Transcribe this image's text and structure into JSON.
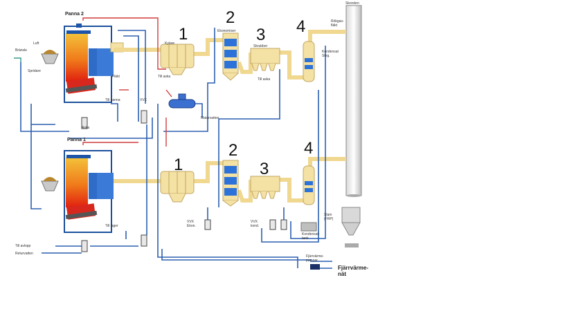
{
  "title_boiler2": "Panna 2",
  "title_boiler1": "Panna 1",
  "stage_numbers": {
    "s1a": "1",
    "s2a": "2",
    "s3a": "3",
    "s4a": "4",
    "s1b": "1",
    "s2b": "2",
    "s3b": "3",
    "s4b": "4"
  },
  "labels": {
    "chimney": "Skorsten",
    "top_right_flue": "Rökgas-fläkt",
    "district_heating": "Fjärrvärme-nät",
    "dh_pumps": "Fjärrvärme-pumpar",
    "sludge": "Slam (FRP)",
    "condensate_tank": "Kondensat-tank",
    "vvx_lower": "VVX kond.",
    "vvx_mid": "VVX Ekon.",
    "to_drain": "Till avlopp",
    "return_water": "Returvatten",
    "fuel_left": "Bränsle",
    "condensate_top": "Kondensat Steg.",
    "feed_water": "Matarvatten",
    "to_ash_1": "Till aska",
    "to_ash_2": "Till aska",
    "economizer": "Ekonomiser",
    "scrubber": "Skrubber",
    "cooler": "Kylare",
    "fan_label": "Fläkt",
    "air_top": "Luft",
    "sprinkler": "Spridare",
    "to_boiler": "Till panna",
    "to_storage": "Till lager",
    "vvx_upper": "VVX",
    "ash_bin": "Aska"
  }
}
